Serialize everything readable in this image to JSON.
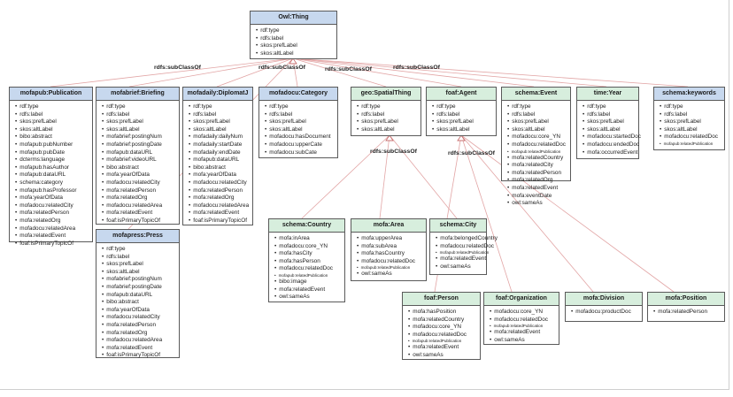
{
  "thing": {
    "title": "Owl:Thing",
    "props": [
      "rdf:type",
      "rdfs:label",
      "skos:prefLabel",
      "skos:altLabel"
    ]
  },
  "labels": {
    "sub1": "rdfs:subClassOf",
    "sub2": "rdfs:subClassOf",
    "sub3": "rdfs:subClassOf",
    "sub4": "rdfs:subClassOf",
    "spatial": "rdfs:subClassOf",
    "agent": "rdfs:subClassOf"
  },
  "publication": {
    "title": "mofapub:Publication",
    "props": [
      "rdf:type",
      "rdfs:label",
      "skos:prefLabel",
      "skos:altLabel",
      "bibo:abstract",
      "mofapub:pubNumber",
      "mofapub:pubDate",
      "dcterms:language",
      "mofapub:hasAuthor",
      "mofapub:dataURL",
      "schema:category",
      "mofapub:hasProfessor",
      "mofa:yearOfData",
      "mofadocu:relatedCity",
      "mofa:relatedPerson",
      "mofa:relatedOrg",
      "mofadocu:relatedArea",
      "mofa:relatedEvent",
      "foaf:isPrimaryTopicOf"
    ]
  },
  "briefing": {
    "title": "mofabrief:Briefing",
    "props": [
      "rdf:type",
      "rdfs:label",
      "skos:prefLabel",
      "skos:altLabel",
      "mofabrief:postingNum",
      "mofabrief:postingDate",
      "mofapub:dataURL",
      "mofabrief:videoURL",
      "bibo:abstract",
      "mofa:yearOfData",
      "mofadocu:relatedCity",
      "mofa:relatedPerson",
      "mofa:relatedOrg",
      "mofadocu:relatedArea",
      "mofa:relatedEvent",
      "foaf:isPrimaryTopicOf"
    ]
  },
  "press": {
    "title": "mofapress:Press",
    "props": [
      "rdf:type",
      "rdfs:label",
      "skos:prefLabel",
      "skos:altLabel",
      "mofabrief:postingNum",
      "mofabrief:postingDate",
      "mofapub:dataURL",
      "bibo:abstract",
      "mofa:yearOfData",
      "mofadocu:relatedCity",
      "mofa:relatedPerson",
      "mofa:relatedOrg",
      "mofadocu:relatedArea",
      "mofa:relatedEvent",
      "foaf:isPrimaryTopicOf"
    ]
  },
  "diplomat": {
    "title": "mofadaily:DiplomatJ",
    "props": [
      "rdf:type",
      "rdfs:label",
      "skos:prefLabel",
      "skos:altLabel",
      "mofadaily:dailyNum",
      "mofadaily:startDate",
      "mofadaily:endDate",
      "mofapub:dataURL",
      "bibo:abstract",
      "mofa:yearOfData",
      "mofadocu:relatedCity",
      "mofa:relatedPerson",
      "mofa:relatedOrg",
      "mofadocu:relatedArea",
      "mofa:relatedEvent",
      "foaf:isPrimaryTopicOf"
    ]
  },
  "category": {
    "title": "mofadocu:Category",
    "props": [
      "rdf:type",
      "rdfs:label",
      "skos:prefLabel",
      "skos:altLabel",
      "mofadocu:hasDocument",
      "mofadocu:upperCate",
      "mofadocu:subCate"
    ]
  },
  "spatial": {
    "title": "geo:SpatialThing",
    "props": [
      "rdf:type",
      "rdfs:label",
      "skos:prefLabel",
      "skos:altLabel"
    ]
  },
  "agent": {
    "title": "foaf:Agent",
    "props": [
      "rdf:type",
      "rdfs:label",
      "skos:prefLabel",
      "skos:altLabel"
    ]
  },
  "event": {
    "title": "schema:Event",
    "props": [
      "rdf:type",
      "rdfs:label",
      "skos:prefLabel",
      "skos:altLabel",
      "mofadocu:core_YN",
      "mofadocu:relatedDoc",
      "mofapub:relatedPublication",
      "mofa:relatedCountry",
      "mofa:relatedCity",
      "mofa:relatedPerson",
      "mofa:relatedOrg",
      "mofa:relatedEvent",
      "mofa:eventDate",
      "owl:sameAs"
    ]
  },
  "year": {
    "title": "time:Year",
    "props": [
      "rdf:type",
      "rdfs:label",
      "skos:prefLabel",
      "skos:altLabel",
      "mofadocu:startedDoc",
      "mofadocu:endedDoc",
      "mofa:occurredEvent"
    ]
  },
  "keywords": {
    "title": "schema:keywords",
    "props": [
      "rdf:type",
      "rdfs:label",
      "skos:prefLabel",
      "skos:altLabel",
      "mofadocu:relatedDoc",
      "mofapub:relatedPublication"
    ]
  },
  "country": {
    "title": "schema:Country",
    "props": [
      "mofa:inArea",
      "mofadocu:core_YN",
      "mofa:hasCity",
      "mofa:hasPerson",
      "mofadocu:relatedDoc",
      "mofapub:relatedPublication",
      "bibo:image",
      "mofa:relatedEvent",
      "owl:sameAs"
    ]
  },
  "area": {
    "title": "mofa:Area",
    "props": [
      "mofa:upperArea",
      "mofa:subArea",
      "mofa:hasCountry",
      "mofadocu:relatedDoc",
      "mofapub:relatedPublication",
      "owl:sameAs"
    ]
  },
  "city": {
    "title": "schema:City",
    "props": [
      "mofa:belongedCountry",
      "mofadocu:relatedDoc",
      "mofapub:relatedPublication",
      "mofa:relatedEvent",
      "owl:sameAs"
    ]
  },
  "person": {
    "title": "foaf:Person",
    "props": [
      "mofa:hasPosition",
      "mofa:relatedCountry",
      "mofadocu:core_YN",
      "mofadocu:relatedDoc",
      "mofapub:relatedPublication",
      "mofa:relatedEvent",
      "owl:sameAs"
    ]
  },
  "org": {
    "title": "foaf:Organization",
    "props": [
      "mofadocu:core_YN",
      "mofadocu:relatedDoc",
      "mofapub:relatedPublication",
      "mofa:relatedEvent",
      "owl:sameAs"
    ]
  },
  "division": {
    "title": "mofa:Division",
    "props": [
      "mofadocu:productDoc"
    ]
  },
  "position": {
    "title": "mofa:Position",
    "props": [
      "mofa:relatedPerson"
    ]
  }
}
